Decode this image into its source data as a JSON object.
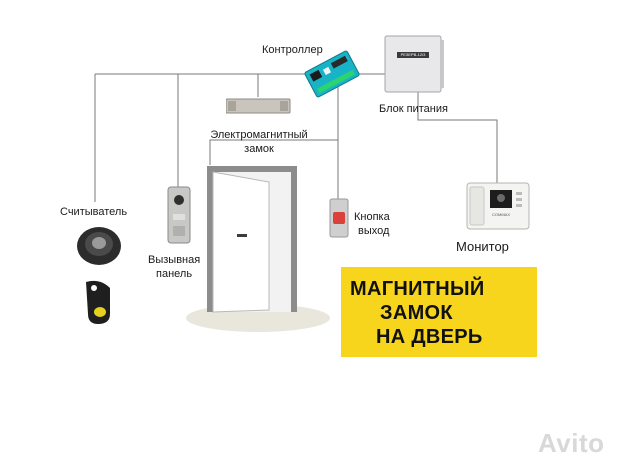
{
  "labels": {
    "controller": "Контроллер",
    "power": "Блок питания",
    "maglock_line1": "Электромагнитный",
    "maglock_line2": "замок",
    "reader": "Считыватель",
    "callpanel_line1": "Вызывная",
    "callpanel_line2": "панель",
    "exit_line1": "Кнопка",
    "exit_line2": "выход",
    "monitor": "Монитор"
  },
  "devices": {
    "power_supply_caption": "РЕЗЕРВ-12/3",
    "monitor_brand": "COMMAX"
  },
  "banner": {
    "line1": "МАГНИТНЫЙ",
    "line2": "ЗАМОК",
    "line3": "НА ДВЕРЬ"
  },
  "watermark": "Avito",
  "colors": {
    "banner": "#f7d51d",
    "wire": "#7a7a7a",
    "exit_button": "#d9413a",
    "door": "#ffffff",
    "floor": "#e9e6dc"
  }
}
